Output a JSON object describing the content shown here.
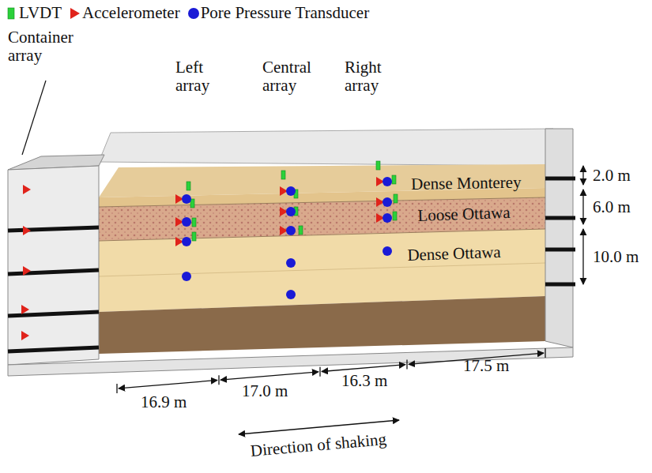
{
  "diagram": {
    "labels": [
      "Container array",
      "Left array",
      "Central array",
      "Right array",
      "Dense Monterey",
      "Loose Ottawa",
      "Dense Ottawa",
      "2.0 m",
      "6.0 m",
      "10.0 m",
      "16.9 m",
      "17.0 m",
      "16.3 m",
      "17.5 m",
      "Direction of shaking"
    ],
    "legend": [
      {
        "text": "LVDT"
      },
      {
        "text": "Accelerometer"
      },
      {
        "text": "Pore Pressure Transducer"
      }
    ]
  }
}
